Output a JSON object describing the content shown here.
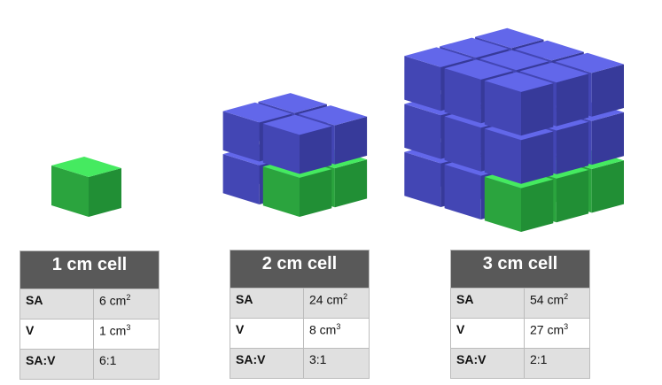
{
  "colors": {
    "blue_top": "#6267ea",
    "blue_left": "#4346b4",
    "blue_right": "#373a9a",
    "green_top": "#45ea60",
    "green_left": "#2ba43e",
    "green_right": "#218f35",
    "header_bg": "#595959"
  },
  "models": [
    {
      "name": "1 cm cell",
      "n": 1
    },
    {
      "name": "2 cm cell",
      "n": 2
    },
    {
      "name": "3 cm cell",
      "n": 3
    }
  ],
  "tables": [
    {
      "title": "1 cm cell",
      "rows": [
        {
          "label": "SA",
          "value": "6 cm",
          "sup": "2"
        },
        {
          "label": "V",
          "value": "1 cm",
          "sup": "3"
        },
        {
          "label": "SA:V",
          "value": "6:1",
          "sup": ""
        }
      ]
    },
    {
      "title": "2 cm cell",
      "rows": [
        {
          "label": "SA",
          "value": "24 cm",
          "sup": "2"
        },
        {
          "label": "V",
          "value": "8 cm",
          "sup": "3"
        },
        {
          "label": "SA:V",
          "value": "3:1",
          "sup": ""
        }
      ]
    },
    {
      "title": "3 cm cell",
      "rows": [
        {
          "label": "SA",
          "value": "54 cm",
          "sup": "2"
        },
        {
          "label": "V",
          "value": "27 cm",
          "sup": "3"
        },
        {
          "label": "SA:V",
          "value": "2:1",
          "sup": ""
        }
      ]
    }
  ]
}
